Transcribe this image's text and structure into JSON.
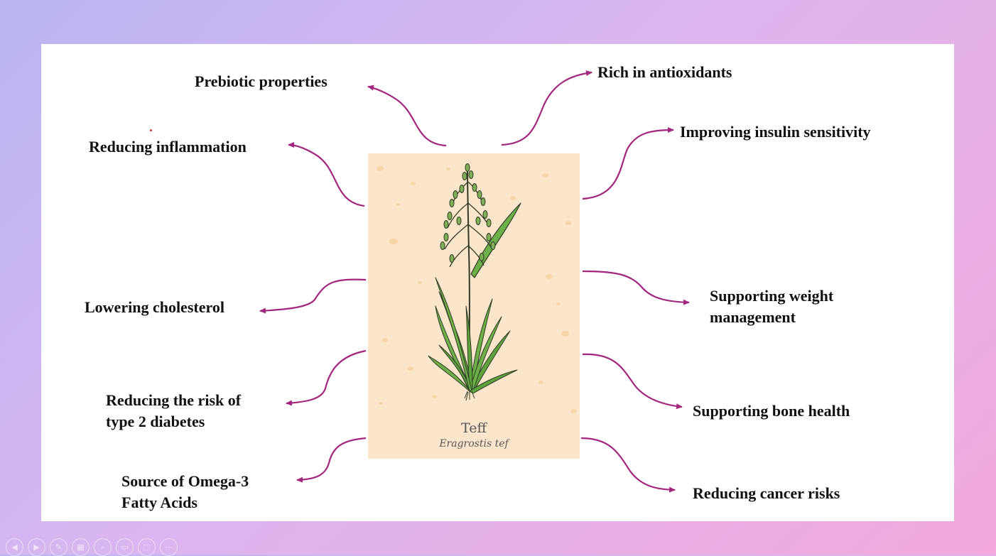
{
  "card": {
    "title": "Teff",
    "subtitle": "Eragrostis tef"
  },
  "benefits_left": [
    "Prebiotic properties",
    "Reducing inflammation",
    "Lowering cholesterol",
    [
      "Reducing the risk of",
      "type 2 diabetes"
    ],
    [
      "Source of Omega-3",
      "Fatty Acids"
    ]
  ],
  "benefits_right": [
    "Rich in antioxidants",
    "Improving insulin sensitivity",
    [
      "Supporting weight",
      "management"
    ],
    "Supporting bone health",
    "Reducing cancer risks"
  ],
  "colors": {
    "arrow": "#a3267e",
    "card_bg": "#fbe6cc",
    "leaf": "#6db04a",
    "stroke": "#2f3a24"
  },
  "toolbar": {
    "icons": [
      "previous-icon",
      "next-icon",
      "pen-icon",
      "slides-icon",
      "zoom-icon",
      "subtitles-icon",
      "pointer-icon",
      "more-icon"
    ]
  }
}
